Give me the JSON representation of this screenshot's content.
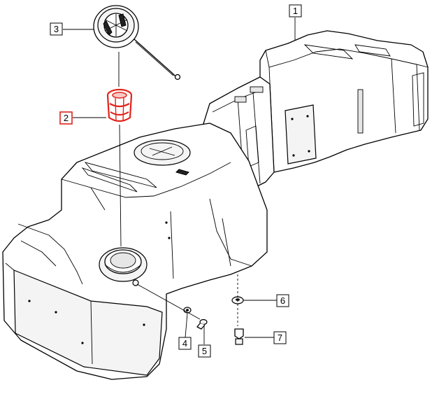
{
  "diagram": {
    "callouts": [
      {
        "id": "c1",
        "label": "1",
        "highlighted": false
      },
      {
        "id": "c2",
        "label": "2",
        "highlighted": true
      },
      {
        "id": "c3",
        "label": "3",
        "highlighted": false
      },
      {
        "id": "c4",
        "label": "4",
        "highlighted": false
      },
      {
        "id": "c5",
        "label": "5",
        "highlighted": false
      },
      {
        "id": "c6",
        "label": "6",
        "highlighted": false
      },
      {
        "id": "c7",
        "label": "7",
        "highlighted": false
      }
    ],
    "colors": {
      "line": "#000000",
      "highlight": "#d9261c",
      "background": "#ffffff"
    }
  }
}
